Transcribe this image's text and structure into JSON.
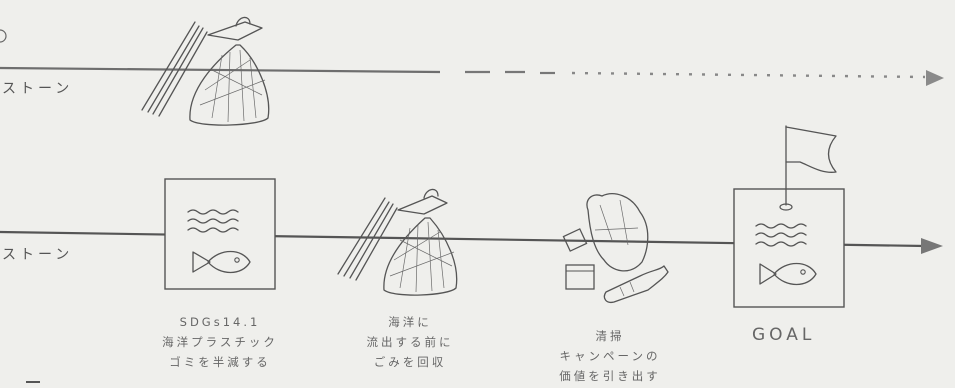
{
  "rows": [
    {
      "label": "ストーン"
    },
    {
      "label": "ストーン"
    }
  ],
  "milestones": [
    {
      "caption": [
        "SDGs14.1",
        "海洋プラスチック",
        "ゴミを半減する"
      ],
      "icon": "wave-fish-icon"
    },
    {
      "caption": [
        "海洋に",
        "流出する前に",
        "ごみを回収"
      ],
      "icon": "trash-bag-tongs-icon"
    },
    {
      "caption": [
        "清掃",
        "キャンペーンの",
        "価値を引き出す"
      ],
      "icon": "litter-pile-icon"
    },
    {
      "caption": [
        "GOAL"
      ],
      "icon": "goal-flag-icon"
    }
  ],
  "colors": {
    "background": "#efefec",
    "ink": "#555555",
    "line": "#6e6e6e",
    "arrowhead": "#7a7a7a"
  }
}
